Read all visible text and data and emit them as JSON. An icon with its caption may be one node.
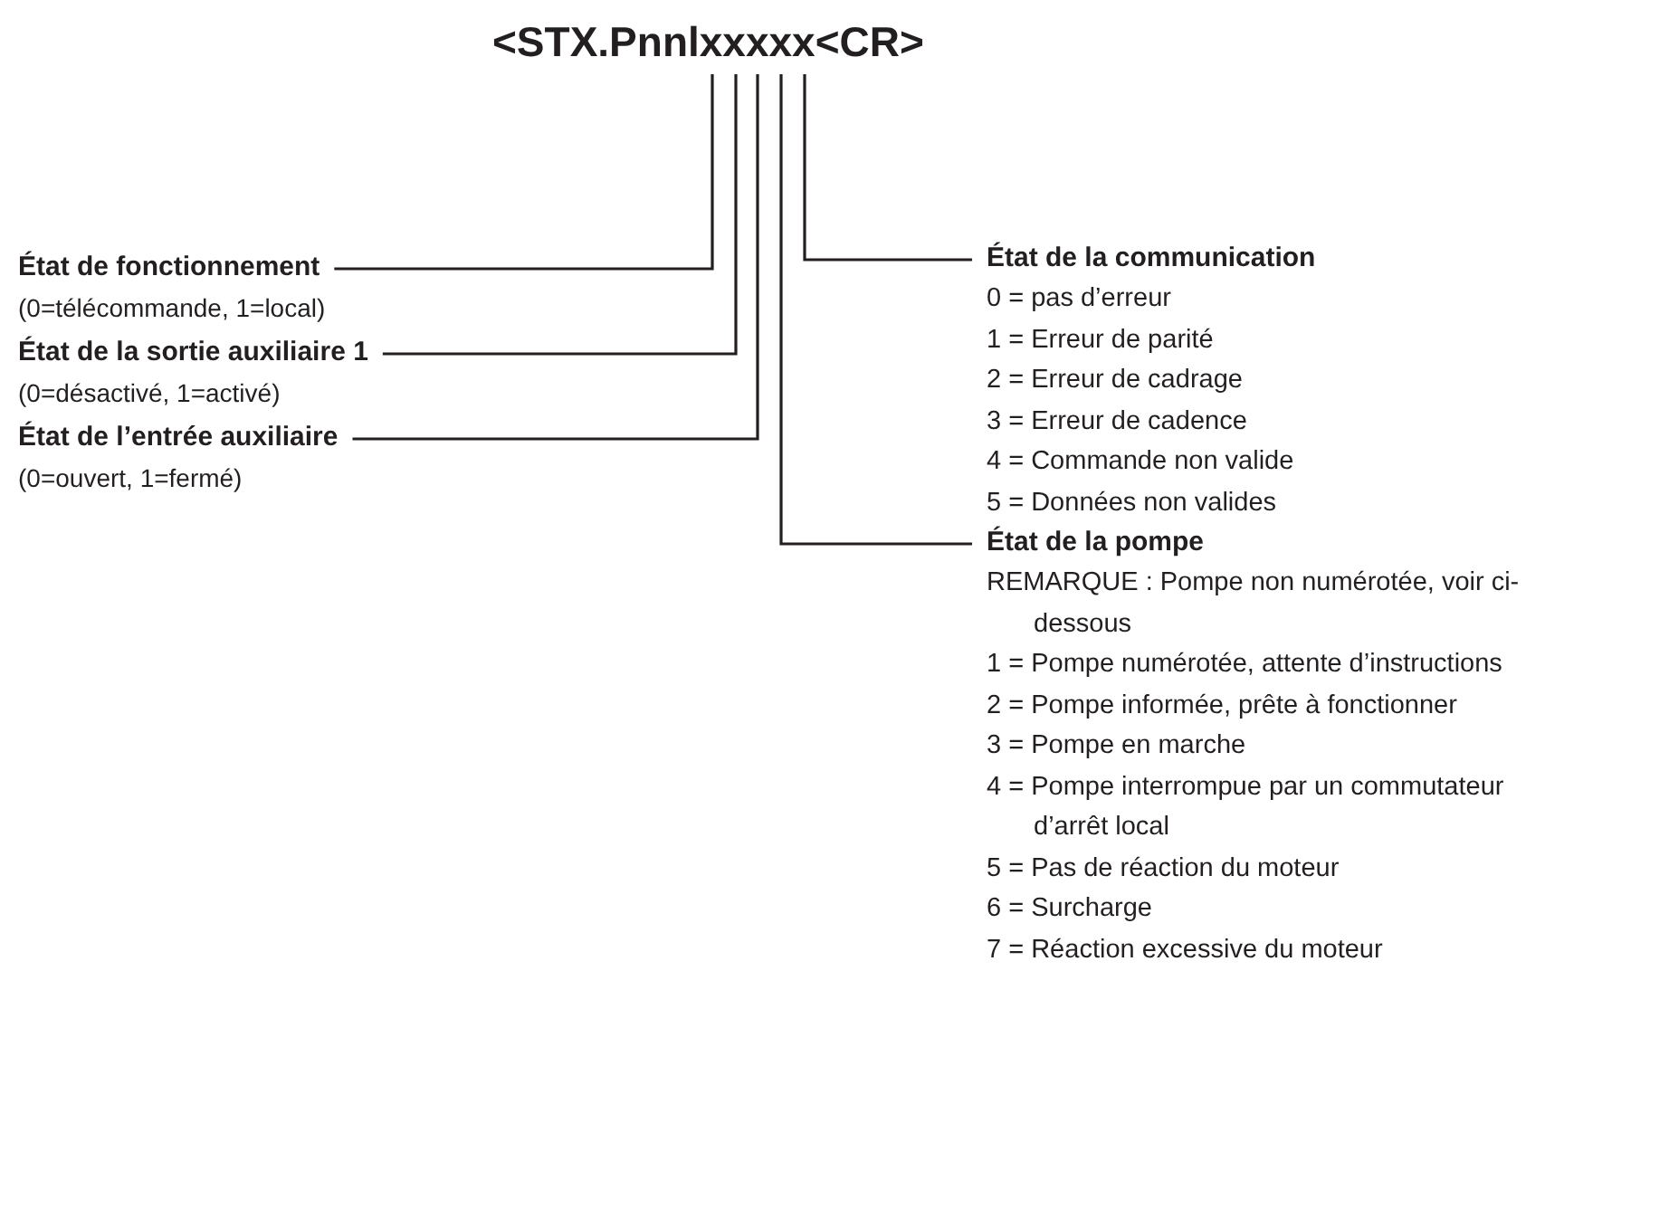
{
  "diagram": {
    "nodes": [
      {
        "text": [
          "<STX.Pnnlxxxxx<CR>"
        ]
      },
      {
        "text": [
          "État de fonctionnement",
          "(0=télécommande, 1=local)"
        ]
      },
      {
        "text": [
          "État de la sortie auxiliaire 1",
          "(0=désactivé, 1=activé)"
        ]
      },
      {
        "text": [
          "État de l’entrée auxiliaire",
          "(0=ouvert, 1=fermé)"
        ]
      },
      {
        "text": [
          "État de la communication",
          "0 = pas d’erreur",
          "1 = Erreur de parité",
          "2 = Erreur de cadrage",
          "3 = Erreur de cadence",
          "4 = Commande non valide",
          "5 = Données non valides"
        ]
      },
      {
        "text": [
          "État de la pompe",
          "REMARQUE : Pompe non numérotée, voir ci-dessous",
          "1 = Pompe numérotée, attente d’instructions",
          "2 = Pompe informée, prête à fonctionner",
          "3 = Pompe en marche",
          "4 = Pompe interrompue par un commutateur d’arrêt local",
          "5 = Pas de réaction du moteur",
          "6 = Surcharge",
          "7 = Réaction excessive du moteur"
        ]
      }
    ],
    "edges": [
      {
        "from": 1,
        "to": 0,
        "arrow": "none"
      },
      {
        "from": 2,
        "to": 0,
        "arrow": "none"
      },
      {
        "from": 3,
        "to": 0,
        "arrow": "none"
      },
      {
        "from": 4,
        "to": 0,
        "arrow": "none"
      },
      {
        "from": 5,
        "to": 0,
        "arrow": "none"
      }
    ]
  }
}
